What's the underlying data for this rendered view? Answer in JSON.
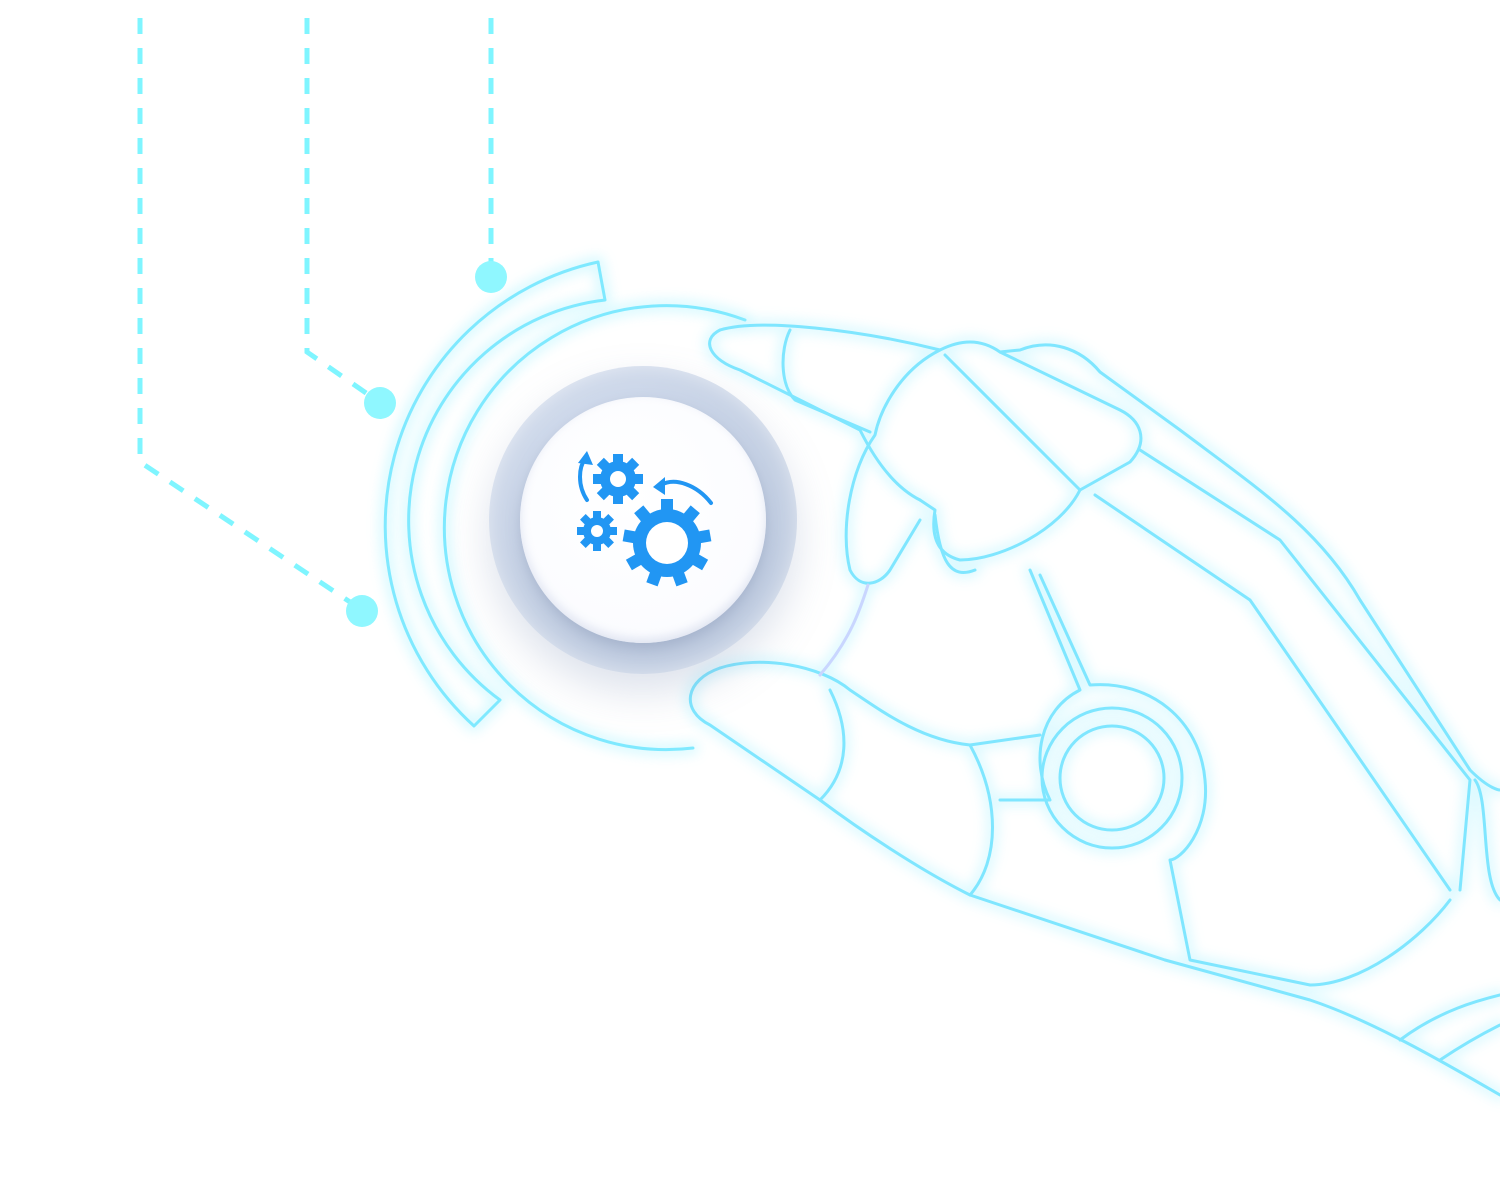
{
  "scene": {
    "description_label": "",
    "hub_icon": "gears-process-icon",
    "decor_icon": "robot-hand-icon"
  },
  "colors": {
    "background": "#ffffff",
    "neon_cyan": "#7fe9ff",
    "neon_glow": "#a8f2ff",
    "dash_cyan": "#7ff5ff",
    "hub_ring": "#c3cfe3",
    "hub_center": "#ffffff",
    "gear_blue": "#2196f3"
  },
  "connectors": [
    {
      "name": "connector-top",
      "icon": "connector-node-icon"
    },
    {
      "name": "connector-middle",
      "icon": "connector-node-icon"
    },
    {
      "name": "connector-bottom",
      "icon": "connector-node-icon"
    }
  ]
}
